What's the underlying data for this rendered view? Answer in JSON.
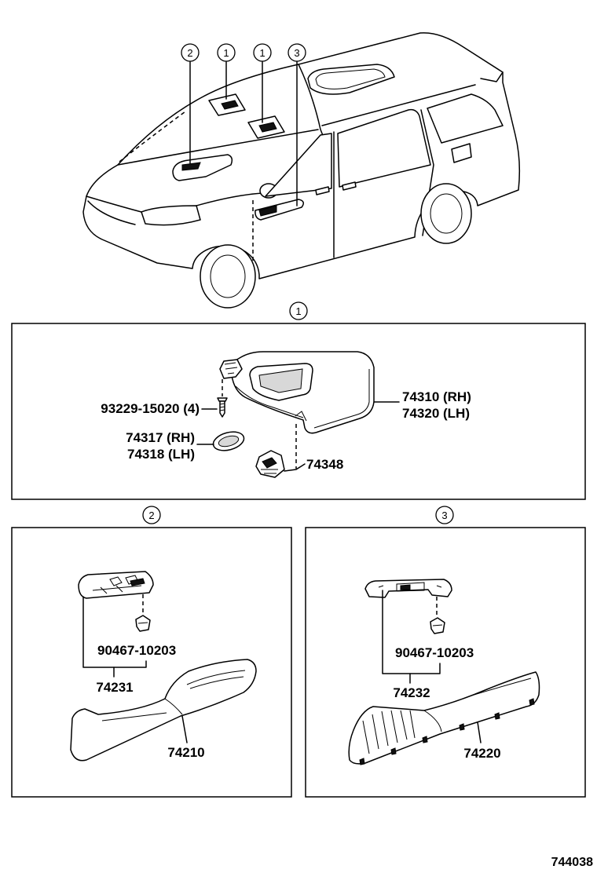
{
  "overview": {
    "callouts": [
      "2",
      "1",
      "1",
      "3"
    ]
  },
  "section_1": {
    "callout": "1",
    "parts": {
      "screw": "93229-15020 (4)",
      "clip_rh": "74317 (RH)",
      "clip_lh": "74318 (LH)",
      "visor_rh": "74310 (RH)",
      "visor_lh": "74320 (LH)",
      "holder": "74348"
    }
  },
  "section_2": {
    "callout": "2",
    "parts": {
      "clip": "90467-10203",
      "cover": "74231",
      "armrest": "74210"
    }
  },
  "section_3": {
    "callout": "3",
    "parts": {
      "clip": "90467-10203",
      "cover": "74232",
      "armrest": "74220"
    }
  },
  "diagram_id": "744038",
  "colors": {
    "line": "#000000",
    "background": "#ffffff"
  }
}
